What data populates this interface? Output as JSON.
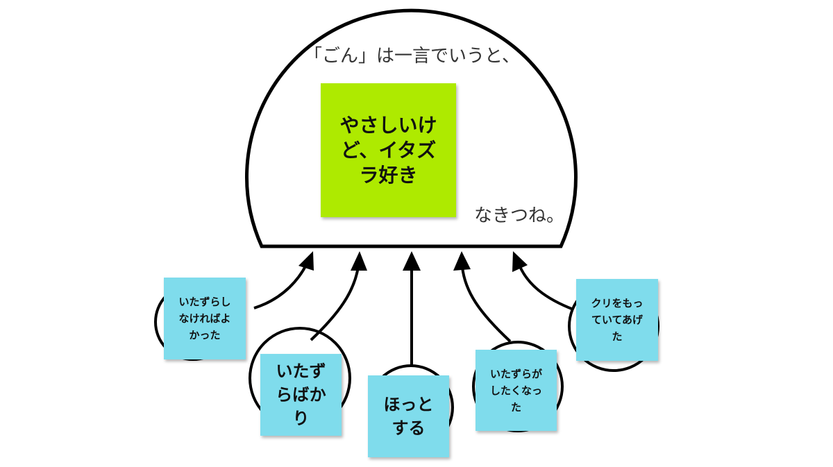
{
  "colors": {
    "center_note": "#aeea00",
    "side_note": "#7fdcec",
    "line": "#000000"
  },
  "dome": {
    "heading": "「ごん」は一言でいうと、",
    "footer": "なきつね。"
  },
  "center_note": {
    "lines": [
      "やさしいけ",
      "ど、イタズ",
      "ラ好き"
    ]
  },
  "notes": [
    {
      "lines": [
        "いたずらし",
        "なければよ",
        "かった"
      ]
    },
    {
      "lines": [
        "いたず",
        "らばか",
        "り"
      ]
    },
    {
      "lines": [
        "ほっと",
        "する"
      ]
    },
    {
      "lines": [
        "いたずらが",
        "したくなっ",
        "た"
      ]
    },
    {
      "lines": [
        "クリをもっ",
        "ていてあげ",
        "た"
      ]
    }
  ]
}
